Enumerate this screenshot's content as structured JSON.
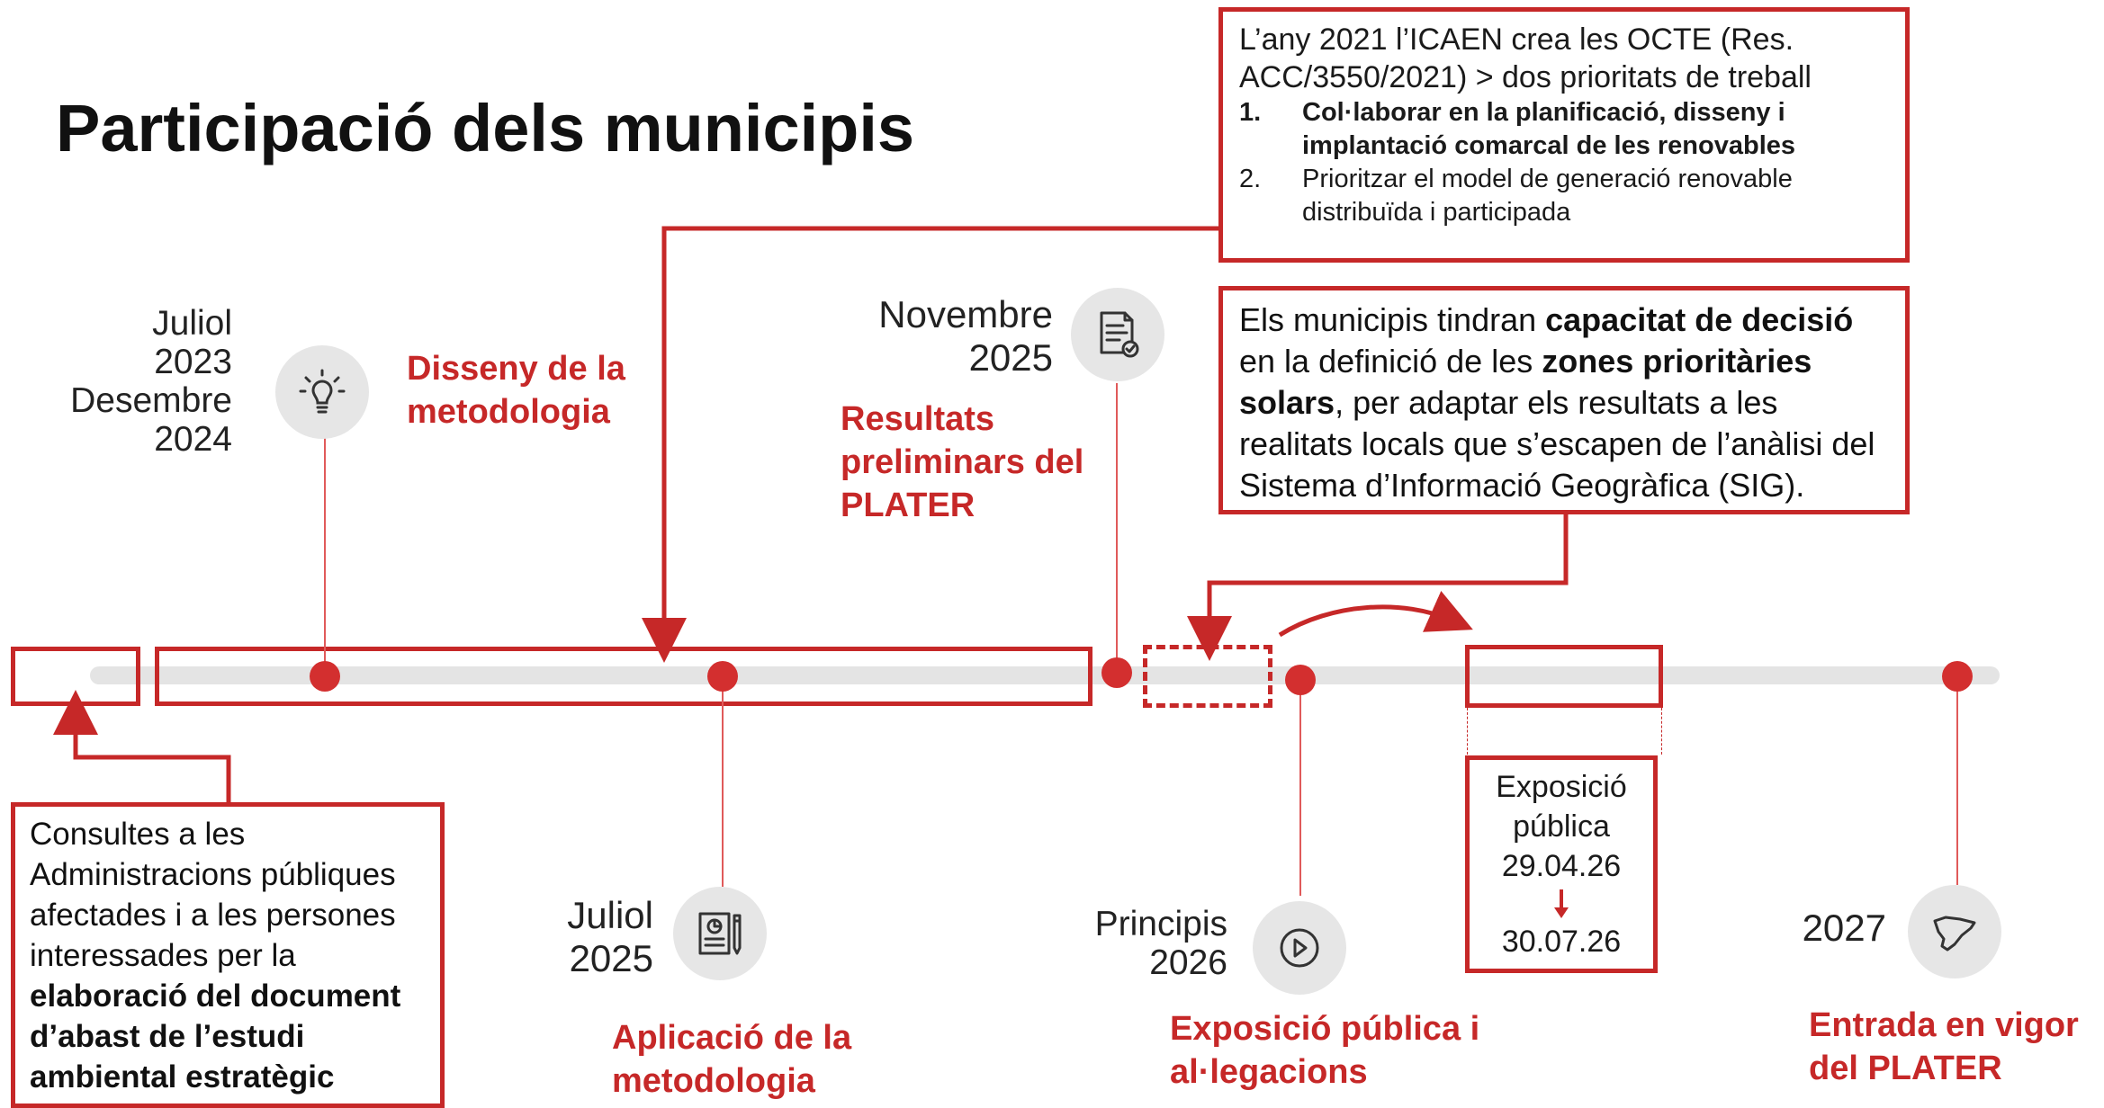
{
  "title": "Participació dels municipis",
  "colors": {
    "accent": "#c62828",
    "track": "#e4e4e4",
    "icon_bg": "#e6e6e6"
  },
  "octe_callout": {
    "intro": "L’any 2021 l’ICAEN crea les OCTE (Res. ACC/3550/2021) > dos prioritats de treball",
    "items": [
      {
        "num": "1.",
        "text": "Col·laborar en la planificació, disseny i implantació comarcal de les renovables"
      },
      {
        "num": "2.",
        "text": "Prioritzar el model de generació renovable distribuïda i participada"
      }
    ]
  },
  "municipis_callout": {
    "t1": "Els municipis tindran ",
    "b1": "capacitat de decisió",
    "t2": " en la definició de les ",
    "b2": "zones prioritàries solars",
    "t3": ", per adaptar els resultats a les realitats locals que s’escapen de l’anàlisi del Sistema d’Informació Geogràfica (SIG)."
  },
  "consultes_callout": {
    "t1": "Consultes a les Administracions públiques afectades i a les persones interessades per la ",
    "b1": "elaboració del document d’abast de l’estudi ambiental estratègic"
  },
  "milestones": {
    "disseny": {
      "date_line1": "Juliol",
      "date_line2": "2023",
      "date_line3": "Desembre",
      "date_line4": "2024",
      "label_line1": "Disseny de la",
      "label_line2": "metodologia",
      "icon": "lightbulb-icon"
    },
    "resultats": {
      "date_line1": "Novembre",
      "date_line2": "2025",
      "label_line1": "Resultats",
      "label_line2": "preliminars del",
      "label_line3": "PLATER",
      "icon": "document-check-icon"
    },
    "aplicacio": {
      "date_line1": "Juliol",
      "date_line2": "2025",
      "label_line1": "Aplicació de la",
      "label_line2": "metodologia",
      "icon": "report-pencil-icon"
    },
    "exposicio": {
      "date_line1": "Principis",
      "date_line2": "2026",
      "label_line1": "Exposició pública i",
      "label_line2": "al·legacions",
      "icon": "play-icon"
    },
    "entrada": {
      "date_line1": "2027",
      "label_line1": "Entrada en vigor",
      "label_line2": "del PLATER",
      "icon": "catalonia-map-icon"
    }
  },
  "exposicio_box": {
    "line1": "Exposició",
    "line2": "pública",
    "start": "29.04.26",
    "end": "30.07.26"
  }
}
